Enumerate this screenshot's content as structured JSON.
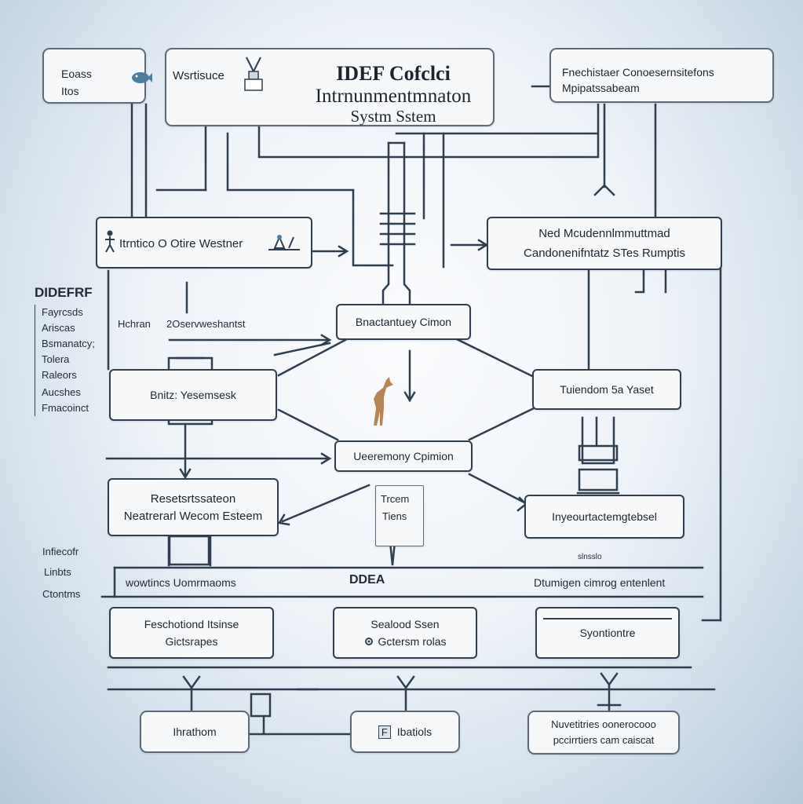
{
  "header": {
    "title_line1": "IDEF Cofclci",
    "title_line2": "Intrnunmentmnaton",
    "title_line3": "Systm Sstem",
    "left_box": {
      "line1": "Eoass",
      "line2": "Itos"
    },
    "vertice_label": "Wsrtisuce",
    "right_box": {
      "line1": "Fnechistaer Conoesernsitefons",
      "line2": "Mpipatssabeam"
    }
  },
  "row2": {
    "left_label": "Itrntico O Otire Westner",
    "right_line1": "Ned Mcudennlmmuttmad",
    "right_line2": "Candonenifntatz STes Rumptis"
  },
  "sidebar": {
    "heading": "DIDEFRF",
    "items": [
      "Fayrcsds",
      "Ariscas",
      "Bsmanatcy;",
      "Tolera",
      "Raleors",
      "Aucshes",
      "Fmacoinct"
    ]
  },
  "middle": {
    "annotation_left": "Hchran",
    "annotation_right": "2Oservweshantst",
    "center_top": "Bnactantuey Cimon",
    "left_mid": "Bnitz: Yesemsesk",
    "right_mid": "Tuiendom 5a Yaset",
    "center_bottom": "Ueeremony Cpimion",
    "small_box_line1": "Trcem",
    "small_box_line2": "Tiens",
    "left_lower_line1": "Resetsrtssateon",
    "left_lower_line2": "Neatrerarl Wecom Esteem",
    "right_lower": "Inyeourtactemgtebsel"
  },
  "left_labels": [
    "Infiecofr",
    "Linbts",
    "Ctontms"
  ],
  "band": {
    "left": "wowtincs Uomrmaoms",
    "center": "DDEA",
    "right": "Dtumigen cimrog entenlent",
    "note": "slnsslo"
  },
  "row_lower": {
    "left_line1": "Feschotiond Itsinse",
    "left_line2": "Gictsrapes",
    "center_line1": "Sealood Ssen",
    "center_line2": "Gctersm rolas",
    "right": "Syontiontre"
  },
  "bottom": {
    "left": "Ihrathom",
    "center_tag": "F",
    "center": "Ibatiols",
    "right_line1": "Nuvetitries oonerocooo",
    "right_line2": "pccirrtiers cam caiscat"
  },
  "colors": {
    "stroke": "#2f3f50",
    "box_fill": "#f7f8f9",
    "text": "#1a2530",
    "accent": "#5f8fb0"
  }
}
